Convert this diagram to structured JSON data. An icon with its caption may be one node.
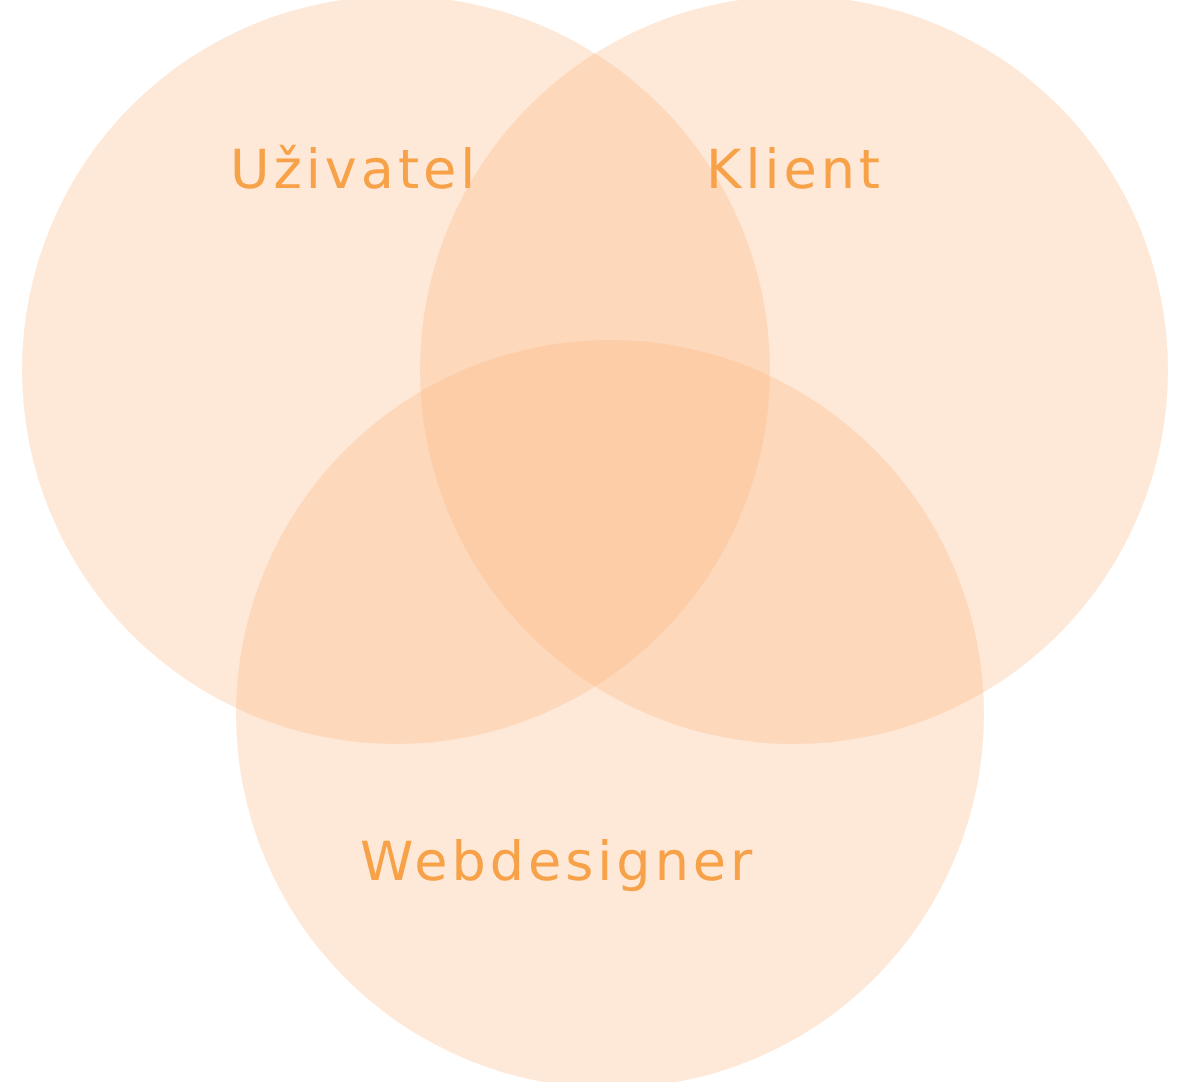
{
  "diagram": {
    "nodes": [
      {
        "text": [
          "Uživatel"
        ]
      },
      {
        "text": [
          "Klient"
        ]
      },
      {
        "text": [
          "Webdesigner"
        ]
      }
    ]
  }
}
